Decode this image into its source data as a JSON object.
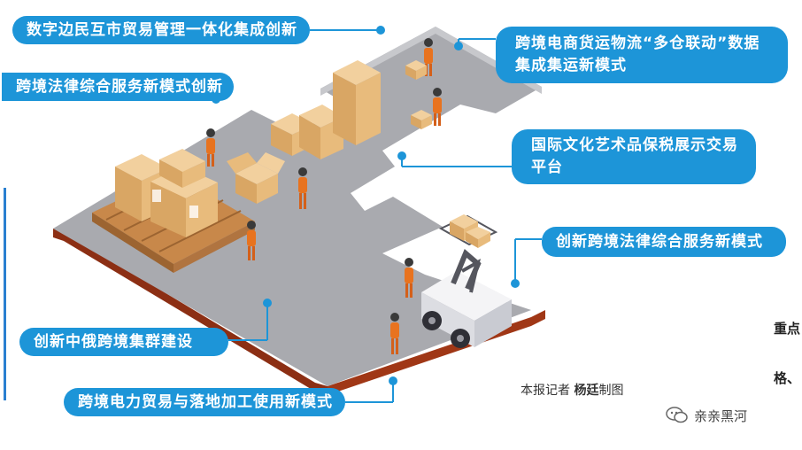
{
  "labels": {
    "l1": "数字边民互市贸易管理一体化集成创新",
    "l2": "跨境法律综合服务新模式创新",
    "l3": "跨境电商货运物流“多仓联动”数据集成集运新模式",
    "l4": "国际文化艺术品保税展示交易平台",
    "l5": "创新跨境法律综合服务新模式",
    "l6": "创新中俄跨境集群建设",
    "l7": "跨境电力贸易与落地加工使用新模式"
  },
  "credit": {
    "prefix": "本报记者",
    "name": "杨廷",
    "suffix": "制图"
  },
  "brand": {
    "name": "亲亲黑河"
  },
  "side_text": {
    "t1": "重点",
    "t2": "格、"
  },
  "colors": {
    "accent": "#1d95d8",
    "floor": "#a8a9ae",
    "floor_edge": "#b23a1a",
    "box": "#e2b57a",
    "worker": "#e8731f"
  }
}
